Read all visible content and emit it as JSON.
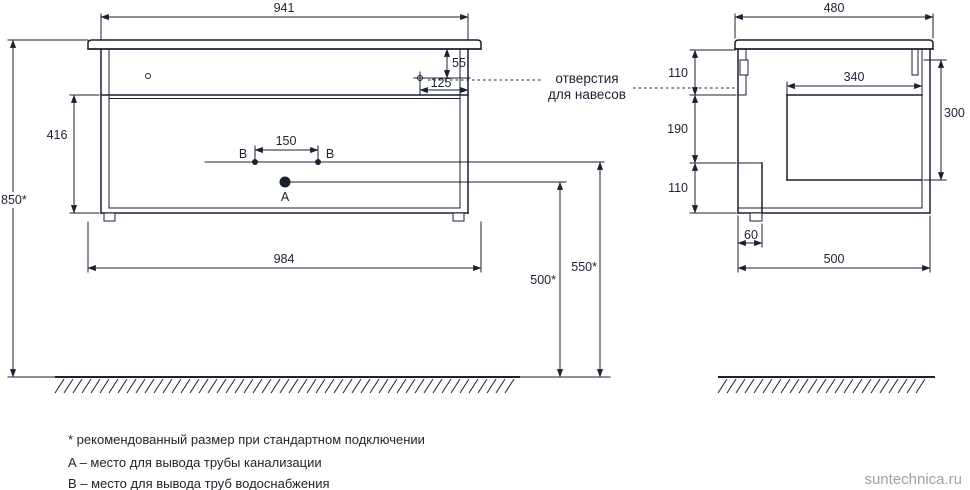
{
  "front_view": {
    "annotation": {
      "line1": "отверстия",
      "line2": "для навесов"
    },
    "points": {
      "a": "A",
      "b_left": "B",
      "b_right": "B"
    },
    "dims": {
      "body_width": "941",
      "hang_hole_down": "55",
      "hang_hole_side": "125",
      "door_height": "416",
      "total_height": "850*",
      "outlet_spacing": "150",
      "top_width": "984",
      "drain_height": "500*",
      "water_height": "550*"
    }
  },
  "side_view": {
    "dims": {
      "top_depth": "480",
      "upper_section": "110",
      "inner_width": "340",
      "inner_height": "300",
      "middle_section": "190",
      "lower_section": "110",
      "foot_offset": "60",
      "depth": "500"
    }
  },
  "footnotes": [
    "* рекомендованный размер при стандартном подключении",
    "A – место для вывода трубы канализации",
    "B – место для вывода труб водоснабжения"
  ],
  "watermark": "suntechnica.ru",
  "colors": {
    "line": "#1c2130",
    "watermark": "#9aa2ab"
  }
}
